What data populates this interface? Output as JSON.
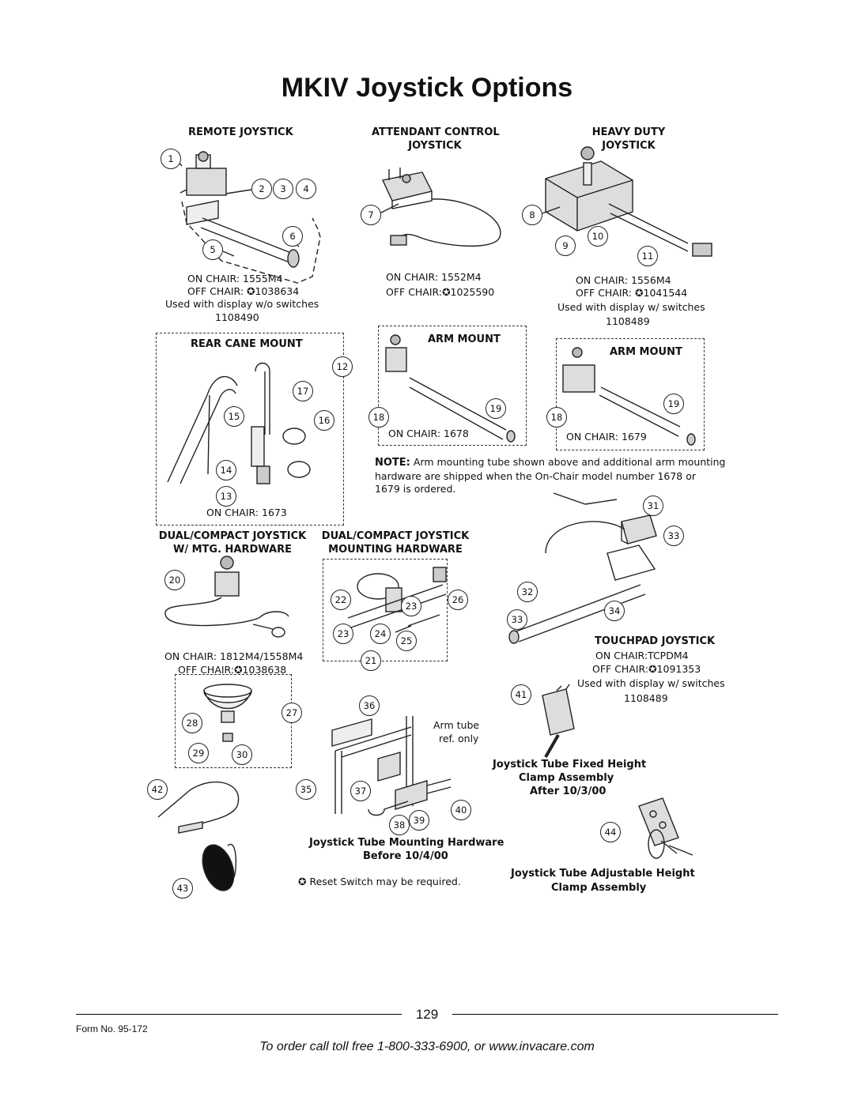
{
  "page_title": "MKIV Joystick Options",
  "remote": {
    "heading": "REMOTE JOYSTICK",
    "on_chair": "ON CHAIR:  1555M4",
    "off_chair": "OFF CHAIR:  ✪1038634",
    "used_with": "Used with display w/o switches",
    "display_no": "1108490",
    "callouts": [
      "1",
      "2",
      "3",
      "4",
      "5",
      "6"
    ]
  },
  "attendant": {
    "heading_line1": "ATTENDANT CONTROL",
    "heading_line2": "JOYSTICK",
    "on_chair": "ON CHAIR:  1552M4",
    "off_chair": "OFF CHAIR:✪1025590",
    "callouts": [
      "7"
    ]
  },
  "heavy_duty": {
    "heading_line1": "HEAVY DUTY",
    "heading_line2": "JOYSTICK",
    "on_chair": "ON CHAIR:  1556M4",
    "off_chair": "OFF CHAIR:  ✪1041544",
    "used_with": "Used with display w/ switches",
    "display_no": "1108489",
    "callouts": [
      "8",
      "9",
      "10",
      "11"
    ]
  },
  "rear_cane": {
    "heading": "REAR CANE MOUNT",
    "on_chair": "ON CHAIR:  1673",
    "callouts": [
      "12",
      "13",
      "14",
      "15",
      "16",
      "17"
    ]
  },
  "arm_mount_a": {
    "heading": "ARM MOUNT",
    "on_chair": "ON CHAIR:  1678",
    "callouts": [
      "18",
      "19"
    ]
  },
  "arm_mount_b": {
    "heading": "ARM MOUNT",
    "on_chair": "ON CHAIR:  1679",
    "callouts": [
      "18",
      "19"
    ]
  },
  "note": {
    "label": "NOTE:",
    "line1": "Arm mounting tube shown above and additional arm mounting",
    "line2": "hardware are shipped when the On-Chair model number 1678 or",
    "line3": "1679 is ordered."
  },
  "dual_compact": {
    "heading_line1": "DUAL/COMPACT JOYSTICK",
    "heading_line2": "W/ MTG. HARDWARE",
    "on_chair": "ON CHAIR:  1812M4/1558M4",
    "off_chair": "OFF CHAIR:✪1038638",
    "callouts": [
      "20"
    ]
  },
  "dual_hw": {
    "heading_line1": "DUAL/COMPACT JOYSTICK",
    "heading_line2": "MOUNTING HARDWARE",
    "callouts": [
      "21",
      "22",
      "23",
      "23",
      "24",
      "25",
      "26"
    ]
  },
  "touchpad": {
    "heading": "TOUCHPAD JOYSTICK",
    "on_chair": "ON CHAIR:TCPDM4",
    "off_chair": "OFF CHAIR:✪1091353",
    "used_with": "Used with display w/ switches",
    "display_no": "1108489",
    "callouts": [
      "31",
      "32",
      "33",
      "33",
      "34"
    ]
  },
  "cup": {
    "callouts": [
      "27",
      "28",
      "29",
      "30"
    ]
  },
  "tube_mounting": {
    "arm_tube_line1": "Arm tube",
    "arm_tube_line2": "ref. only",
    "heading_line1": "Joystick Tube Mounting Hardware",
    "heading_line2": "Before 10/4/00",
    "callouts": [
      "35",
      "36",
      "37",
      "38",
      "39",
      "40"
    ]
  },
  "fixed_clamp": {
    "line1": "Joystick Tube Fixed Height",
    "line2": "Clamp Assembly",
    "line3": "After 10/3/00",
    "callouts": [
      "41"
    ]
  },
  "adjustable_clamp": {
    "line1": "Joystick Tube Adjustable Height",
    "line2": "Clamp Assembly",
    "callouts": [
      "44"
    ]
  },
  "reset_note": "✪ Reset Switch may be required.",
  "misc_callouts": [
    "42",
    "43"
  ],
  "footer": {
    "page_number": "129",
    "form_no": "Form No.  95-172",
    "order_line": "To order call toll free 1-800-333-6900, or www.invacare.com"
  }
}
